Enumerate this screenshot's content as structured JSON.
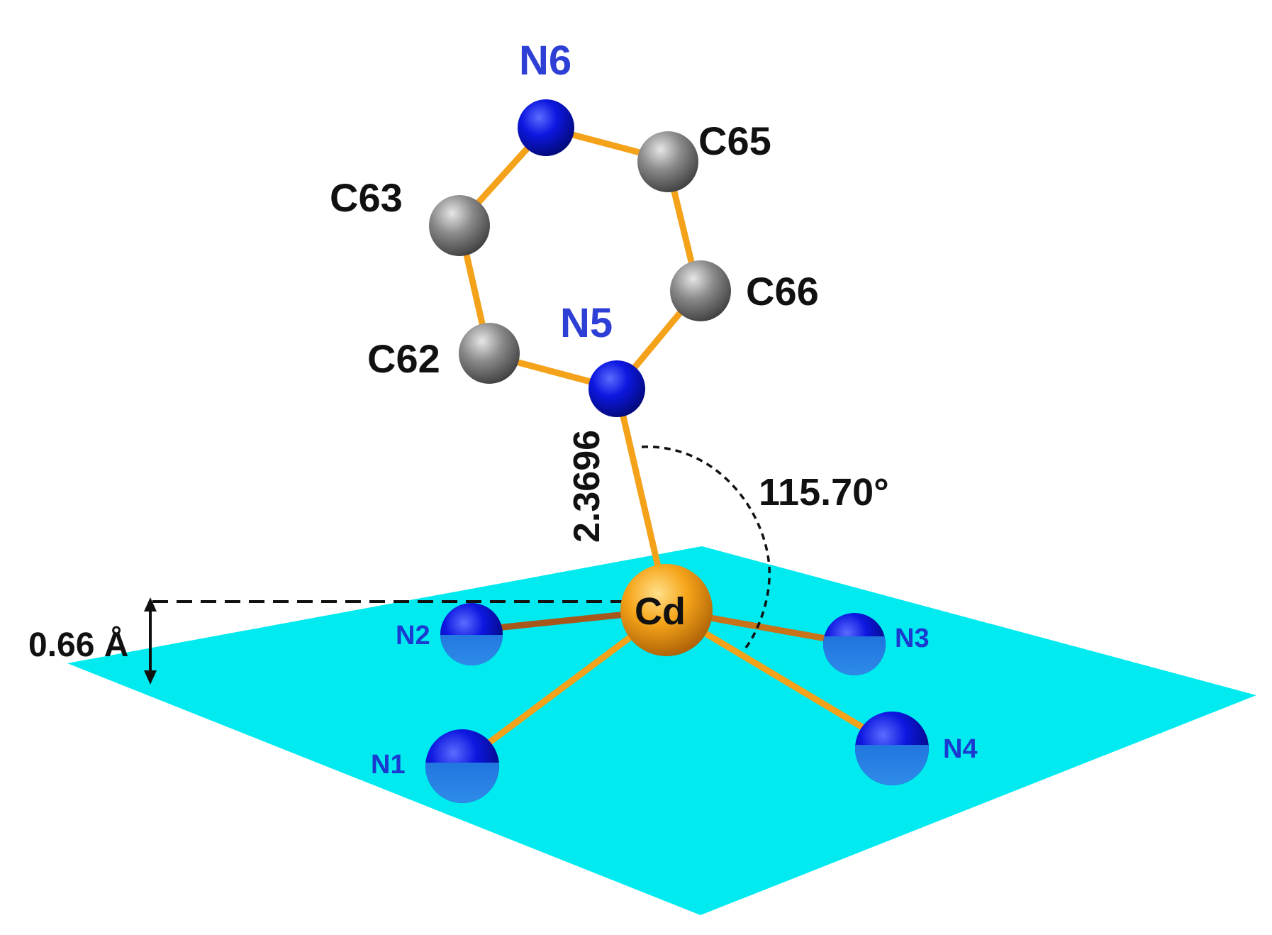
{
  "colors": {
    "plane": "#00eaf0",
    "bond": "#f5a21b",
    "bond_dark": "#b8651a",
    "nitrogen": "#0a12d8",
    "carbon": "#7c7c7c",
    "cadmium": "#f3a015"
  },
  "atoms": {
    "n6": "N6",
    "c65": "C65",
    "c63": "C63",
    "c66": "C66",
    "n5": "N5",
    "c62": "C62",
    "cd": "Cd",
    "n2": "N2",
    "n3": "N3",
    "n1": "N1",
    "n4": "N4"
  },
  "measurements": {
    "bond_length": "2.3696",
    "angle": "115.70°",
    "displacement": "0.66 Å"
  }
}
